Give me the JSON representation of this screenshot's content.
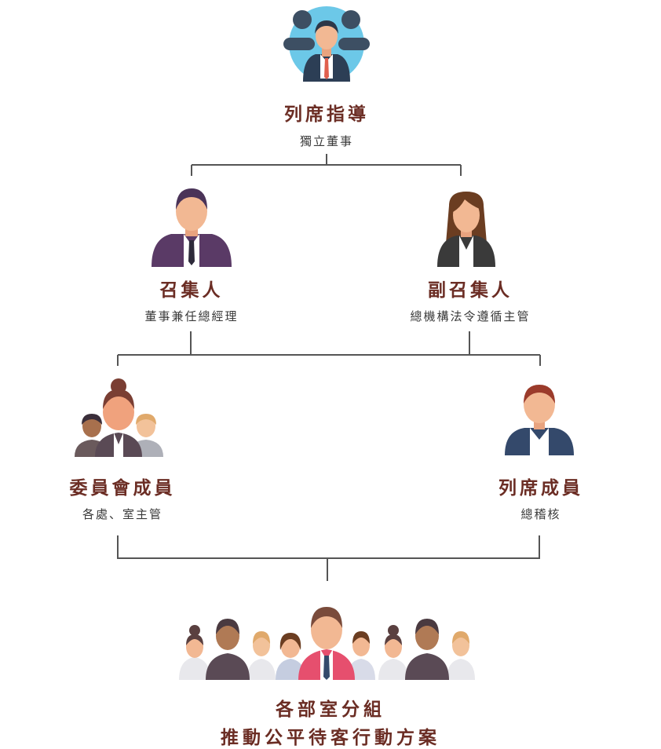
{
  "nodes": {
    "top": {
      "title": "列席指導",
      "subtitle": "獨立董事"
    },
    "convener": {
      "title": "召集人",
      "subtitle": "董事兼任總經理"
    },
    "vice_convener": {
      "title": "副召集人",
      "subtitle": "總機構法令遵循主管"
    },
    "members": {
      "title": "委員會成員",
      "subtitle": "各處、室主管"
    },
    "attendees": {
      "title": "列席成員",
      "subtitle": "總稽核"
    },
    "groups": {
      "title_line1": "各部室分組",
      "title_line2": "推動公平待客行動方案"
    }
  },
  "colors": {
    "title": "#6b2d24",
    "subtitle": "#3a3a3a",
    "connector": "#555555",
    "circle_bg": "#6cc8e8"
  }
}
